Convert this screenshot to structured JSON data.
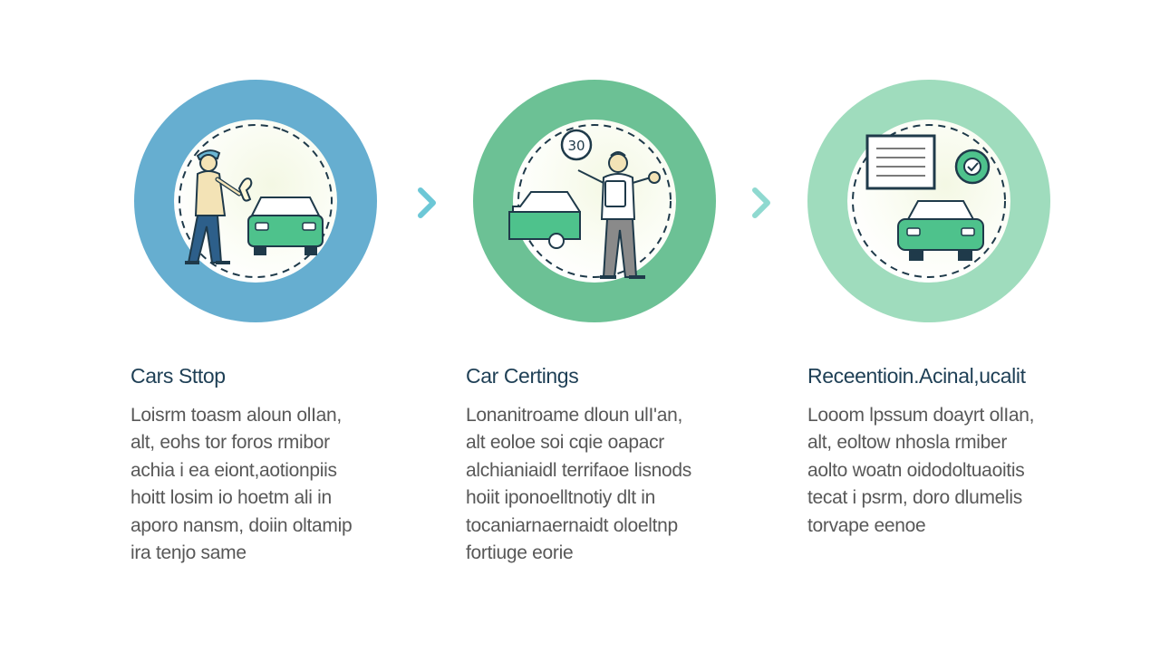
{
  "colors": {
    "ring_step1": "#66aed0",
    "ring_step2": "#6cc195",
    "ring_step3": "#9fdcbd",
    "car_fill": "#4ec28c",
    "line": "#1f3a4a",
    "chevron": "#6cc7d6",
    "title": "#1e3f55",
    "body": "#585858"
  },
  "steps": [
    {
      "title": "Cars Sttop",
      "illustration_icon": "mechanic-with-car-icon",
      "body_lines": [
        "Loisrm toasm aloun olIan,",
        "alt, eohs tor foros rmibor",
        "achia i ea eiont,aotionpiis",
        "hoitt losim io hoetm ali in",
        "aporo nansm, doiin oltamip",
        "ira tenjo same"
      ]
    },
    {
      "title": "Car Certings",
      "illustration_icon": "inspector-with-car-icon",
      "badge_text": "30",
      "body_lines": [
        "Lonanitroame dloun ulI'an,",
        "alt eoloe soi cqie  oapacr",
        "alchianiaidl terrifaoe lisnods",
        "hoiit iponoelltnotiy dlt in",
        "tocaniarnaernaidt  oloeltnp",
        "fortiuge eorie"
      ]
    },
    {
      "title": "Receentioin.Acinal,ucalit",
      "illustration_icon": "document-approval-car-icon",
      "body_lines": [
        "Looom lpssum doayrt olIan,",
        "alt, eoltow nhosla rmiber",
        "aolto woatn oidodoltuaoitis",
        "tecat i psrm, doro dlumelis",
        "torvape eenoe"
      ]
    }
  ]
}
